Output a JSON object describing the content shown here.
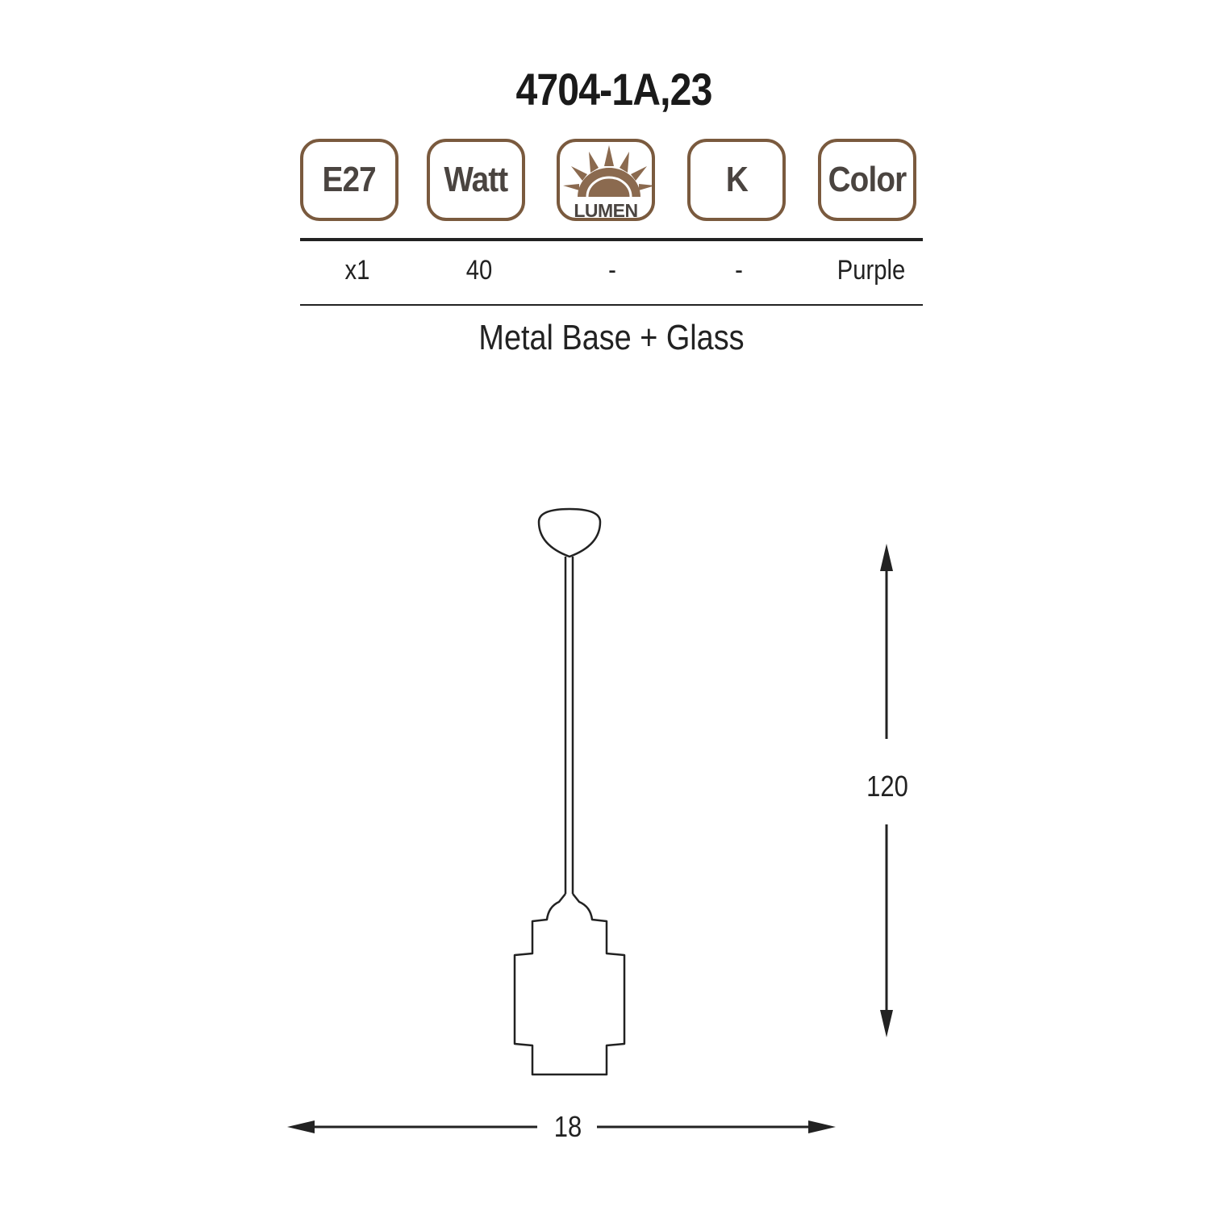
{
  "product": {
    "code": "4704-1A,23",
    "material": "Metal Base + Glass"
  },
  "spec_headers": {
    "socket": "E27",
    "watt": "Watt",
    "lumen": "LUMEN",
    "kelvin": "K",
    "color": "Color"
  },
  "spec_values": {
    "socket": "x1",
    "watt": "40",
    "lumen": "-",
    "kelvin": "-",
    "color": "Purple"
  },
  "dimensions": {
    "height": "120",
    "width": "18"
  },
  "colors": {
    "badge_border": "#7a5a3e",
    "badge_text": "#4a4440",
    "sun": "#8b6a4f",
    "line": "#222222"
  },
  "icons": {
    "lumen": "sun-rising-icon"
  }
}
